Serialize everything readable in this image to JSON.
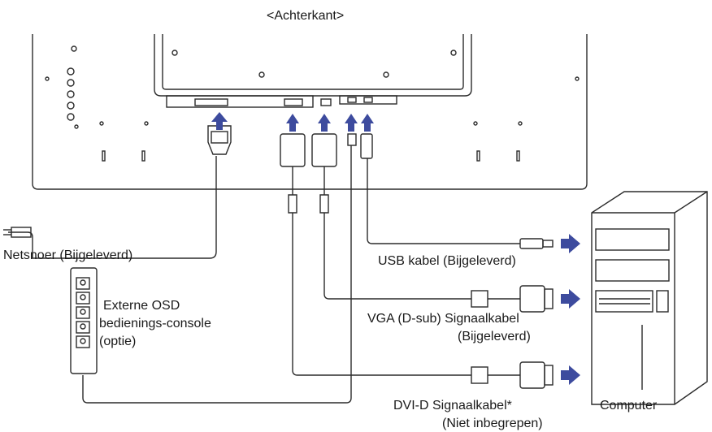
{
  "title": "<Achterkant>",
  "labels": {
    "power_cord": "Netsnoer (Bijgeleverd)",
    "usb_cable": "USB kabel (Bijgeleverd)",
    "osd_line1": "Externe OSD",
    "osd_line2": "bedienings-console",
    "osd_line3": "(optie)",
    "vga_line1": "VGA (D-sub) Signaalkabel",
    "vga_line2": "(Bijgeleverd)",
    "dvi_line1": "DVI-D Signaalkabel*",
    "dvi_line2": "(Niet inbegrepen)",
    "computer": "Computer"
  },
  "colors": {
    "line": "#2b2b2b",
    "arrow": "#3d4b9e"
  }
}
